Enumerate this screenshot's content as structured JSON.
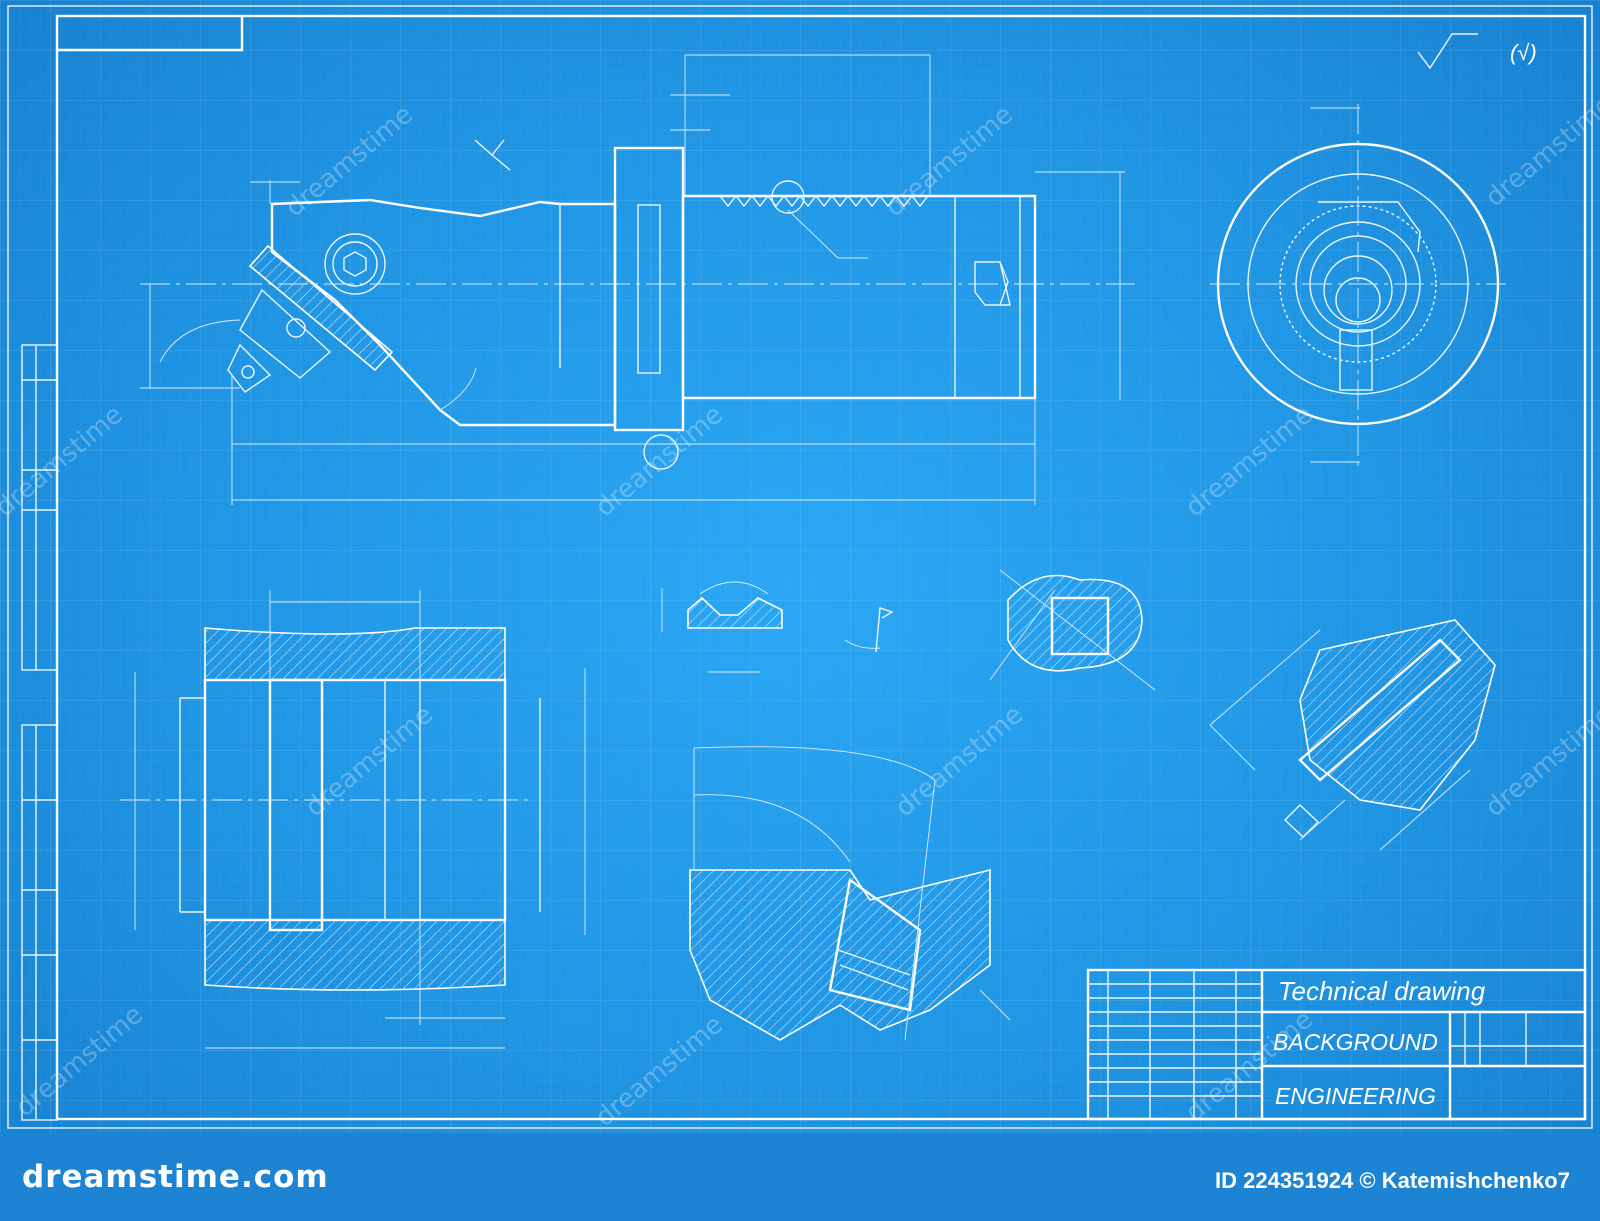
{
  "title_block": {
    "title": "Technical drawing",
    "line1": "BACKGROUND",
    "line2": "ENGINEERING"
  },
  "roughness_mark": "(√)",
  "watermark_text": "dreamstime",
  "footer": {
    "brand": "dreamstime.com",
    "id_line": "ID 224351924 © Katemishchenko7"
  },
  "colors": {
    "background": "#1f95e4",
    "line": "#ffffff",
    "footer": "#1c84d3"
  }
}
